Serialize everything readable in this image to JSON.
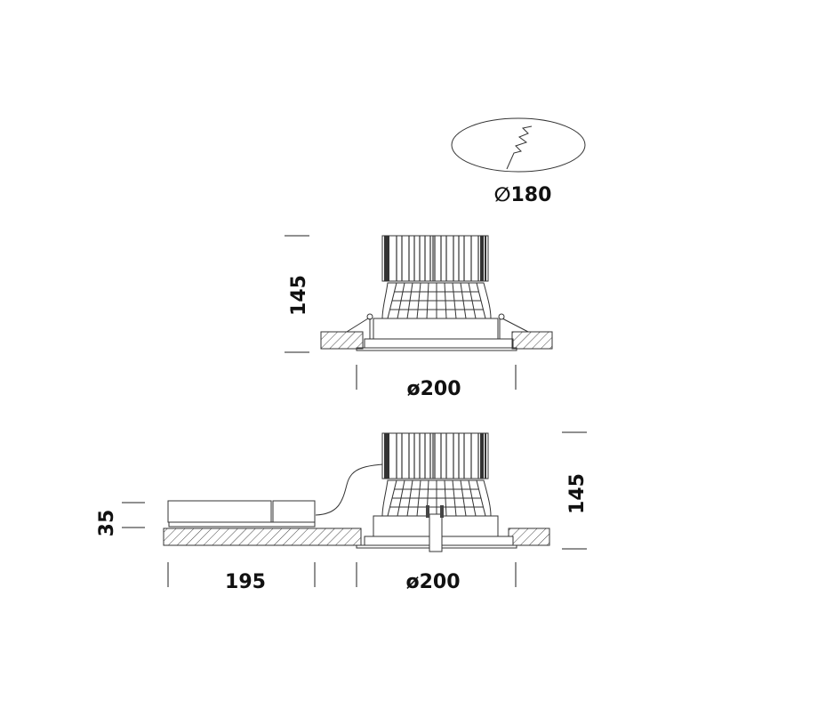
{
  "cutout": {
    "label": "∅180"
  },
  "top_view": {
    "height_label": "145",
    "diameter_label": "ø200"
  },
  "bottom_view": {
    "height_label": "145",
    "driver_height_label": "35",
    "driver_length_label": "195",
    "diameter_label": "ø200"
  },
  "colors": {
    "line": "#333333",
    "text": "#111111"
  }
}
